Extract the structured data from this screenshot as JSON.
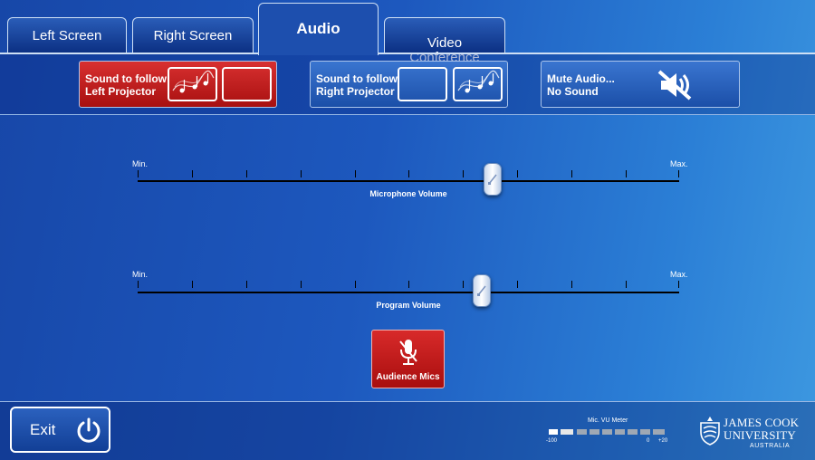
{
  "tabs": {
    "left_screen": "Left Screen",
    "right_screen": "Right Screen",
    "audio": "Audio",
    "video_conference": "Video\nConference"
  },
  "audio_buttons": {
    "follow_left": "Sound to follow\nLeft Projector",
    "follow_right": "Sound to follow\nRight Projector",
    "mute": "Mute Audio...\nNo Sound"
  },
  "microphone_slider": {
    "label": "Microphone Volume",
    "min_label": "Min.",
    "max_label": "Max.",
    "level": 0.655
  },
  "program_slider": {
    "label": "Program Volume",
    "min_label": "Min.",
    "max_label": "Max.",
    "level": 0.635
  },
  "audience_mics": {
    "label": "Audience Mics"
  },
  "exit": {
    "label": "Exit"
  },
  "vu_meter": {
    "title": "Mic. VU Meter",
    "scale_min": "-100",
    "scale_zero": "0",
    "scale_max": "+20"
  },
  "logo": {
    "line1": "JAMES COOK",
    "line2": "UNIVERSITY",
    "line3": "AUSTRALIA"
  },
  "colors": {
    "accent_red": "#c01818",
    "background_blue": "#1d58be"
  }
}
